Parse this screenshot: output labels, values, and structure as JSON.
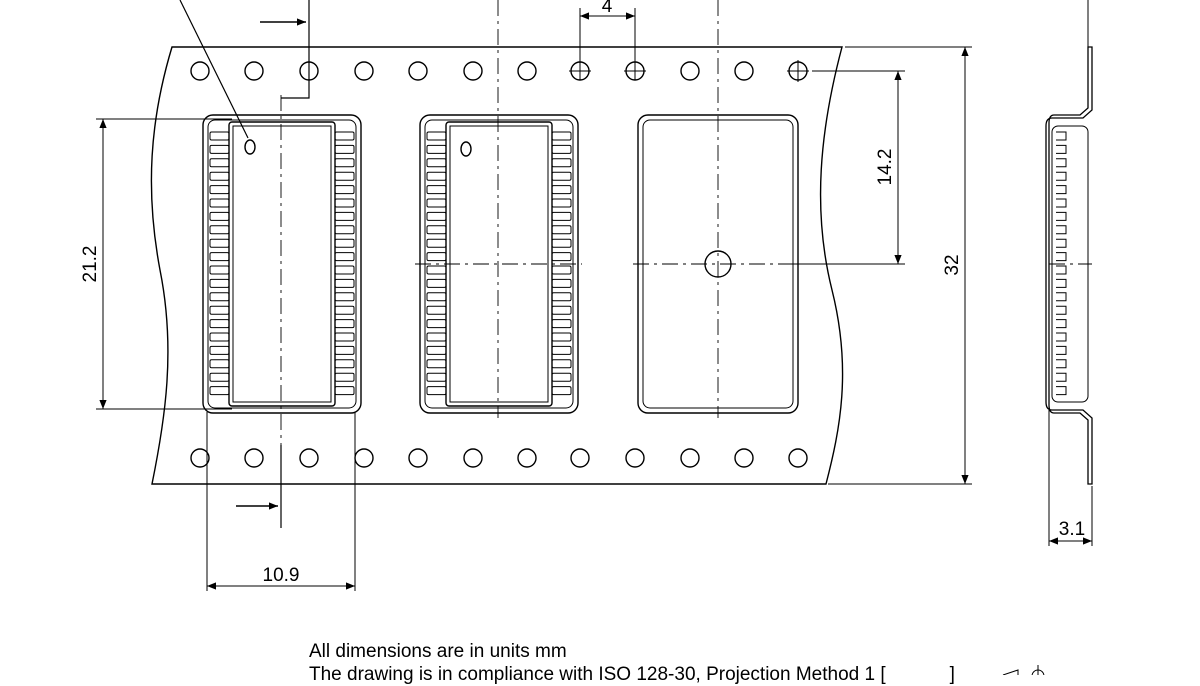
{
  "dimensions": {
    "pitch": "4",
    "cavity_offset": "14.2",
    "cavity_length": "21.2",
    "tape_width": "32",
    "cavity_width": "10.9",
    "tape_thickness": "3.1"
  },
  "notes": {
    "units": "All dimensions are in units mm",
    "compliance": "The drawing is in compliance with ISO 128-30, Projection Method 1 [",
    "compliance_end": "]"
  },
  "symbols": {
    "projection": "projection-method-1-symbol"
  }
}
